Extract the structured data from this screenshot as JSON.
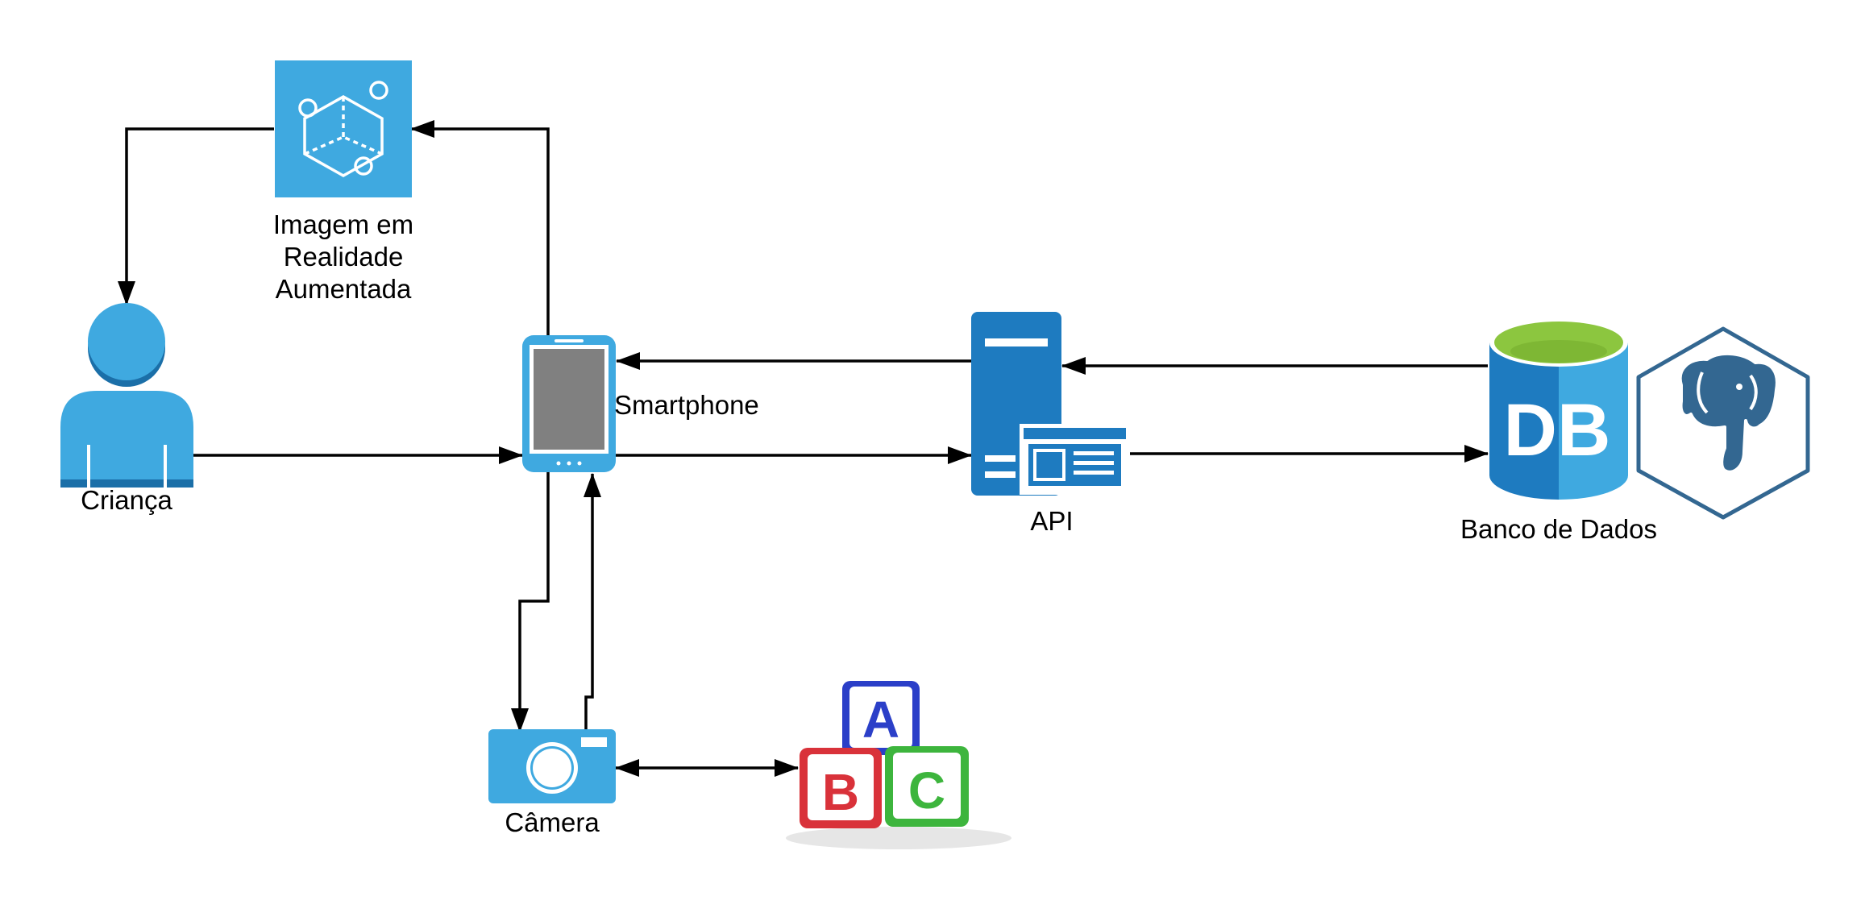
{
  "nodes": {
    "crianca": {
      "label": "Criança",
      "icon": "child-user-icon"
    },
    "ar_image": {
      "label_lines": [
        "Imagem em",
        "Realidade",
        "Aumentada"
      ],
      "icon": "augmented-reality-cube-icon"
    },
    "smartphone": {
      "label": "Smartphone",
      "icon": "smartphone-icon"
    },
    "camera": {
      "label": "Câmera",
      "icon": "camera-icon"
    },
    "abc_blocks": {
      "letters": [
        "A",
        "B",
        "C"
      ],
      "icon": "abc-blocks-icon"
    },
    "api": {
      "label": "API",
      "icon": "api-server-icon"
    },
    "database": {
      "label": "Banco de Dados",
      "db_text": "DB",
      "icon": "database-icon"
    },
    "postgres": {
      "icon": "postgresql-elephant-icon"
    }
  },
  "edges": [
    {
      "from": "Criança",
      "to": "Smartphone"
    },
    {
      "from": "Smartphone",
      "to": "Imagem em Realidade Aumentada"
    },
    {
      "from": "Imagem em Realidade Aumentada",
      "to": "Criança"
    },
    {
      "from": "Smartphone",
      "to": "Câmera"
    },
    {
      "from": "Câmera",
      "to": "Smartphone"
    },
    {
      "from": "Câmera",
      "to": "ABC blocks",
      "bidirectional": true
    },
    {
      "from": "Smartphone",
      "to": "API"
    },
    {
      "from": "API",
      "to": "Smartphone"
    },
    {
      "from": "API",
      "to": "Banco de Dados"
    },
    {
      "from": "Banco de Dados",
      "to": "API"
    }
  ],
  "colors": {
    "icon_blue": "#3FA9E0",
    "icon_dark_blue": "#1B75BB",
    "db_green": "#8CC63F",
    "block_blue": "#2B3FC8",
    "block_red": "#D9323A",
    "block_green": "#3DB53D",
    "postgres_outline": "#336791",
    "arrow": "#000000"
  }
}
